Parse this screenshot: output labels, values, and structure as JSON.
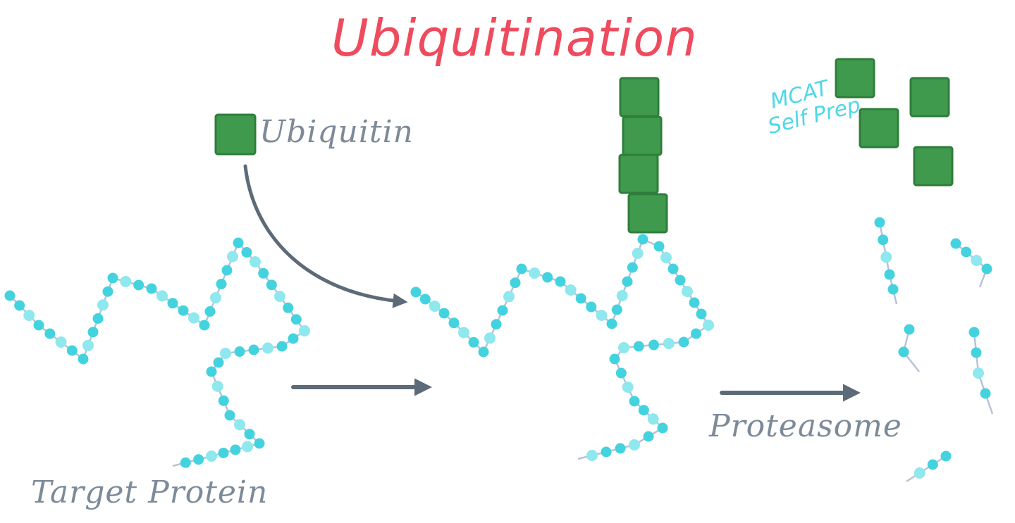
{
  "title": "Ubiquitination",
  "labels": {
    "ubiquitin": "Ubiquitin",
    "target_protein": "Target Protein",
    "proteasome": "Proteasome"
  },
  "watermark": {
    "line1": "MCAT",
    "line2": "Self Prep"
  },
  "colors": {
    "title": "#ef4b5e",
    "label_text": "#7d8a98",
    "arrow": "#5d6b78",
    "ubiquitin_fill": "#3f9a4d",
    "ubiquitin_stroke": "#2f7d3b",
    "bead_dark": "#42d3df",
    "bead_light": "#8ee8ee",
    "chain_line": "#b8c2d8",
    "watermark": "#4fd8e6"
  },
  "icons": {
    "ubiquitin_marker": "green-square-icon",
    "flow_arrow": "arrow-right-icon",
    "curved_arrow": "curved-arrow-icon"
  }
}
